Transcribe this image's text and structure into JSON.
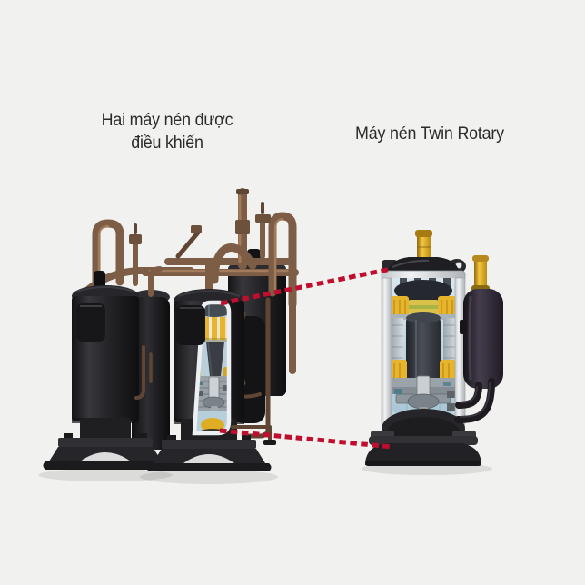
{
  "captions": {
    "left_line1": "Hai máy nén được",
    "left_line2": "điều khiển",
    "right": "Máy nén Twin Rotary"
  },
  "colors": {
    "background": "#f1f1ef",
    "text": "#2b2b2b",
    "accent_red": "#c10e2e",
    "copper": "#7d5d46",
    "copper_highlight": "#c0946e",
    "copper_dark": "#5f4634",
    "gold": "#e7b52b",
    "shell_blue": "#b9d0db",
    "shell_white": "#eef0f1",
    "dark_metal": "#1d1d20",
    "mech_gray": "#98a1a7"
  }
}
